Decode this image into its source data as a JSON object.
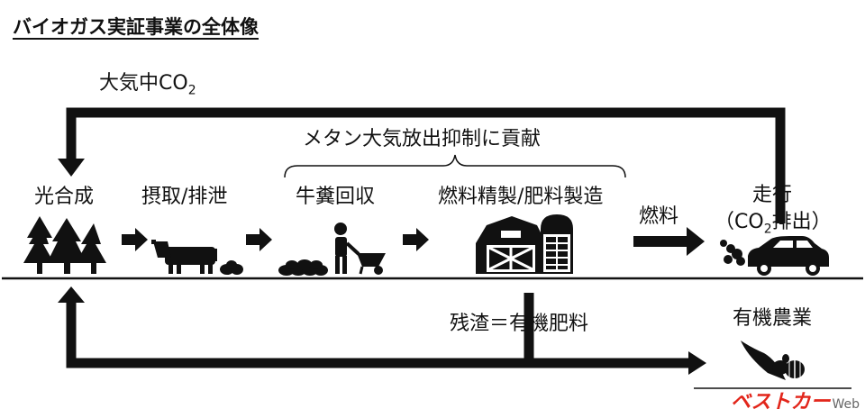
{
  "title": "バイオガス実証事業の全体像",
  "top_loop_label": "大気中CO",
  "top_loop_label_sub": "2",
  "bracket_label": "メタン大気放出抑制に貢献",
  "stages": {
    "photosynthesis": "光合成",
    "intake": "摂取/排泄",
    "manure": "牛糞回収",
    "refining": "燃料精製/肥料製造",
    "fuel_arrow": "燃料",
    "driving": "走行",
    "driving_sub_prefix": "（CO",
    "driving_sub_2": "2",
    "driving_sub_suffix": "排出）"
  },
  "residue_label": "残渣＝有機肥料",
  "organic_farming": "有機農業",
  "watermark": {
    "text": "ベストカー",
    "suffix": "Web",
    "color": "#e2261b"
  },
  "colors": {
    "ink": "#111111",
    "background": "#ffffff"
  }
}
